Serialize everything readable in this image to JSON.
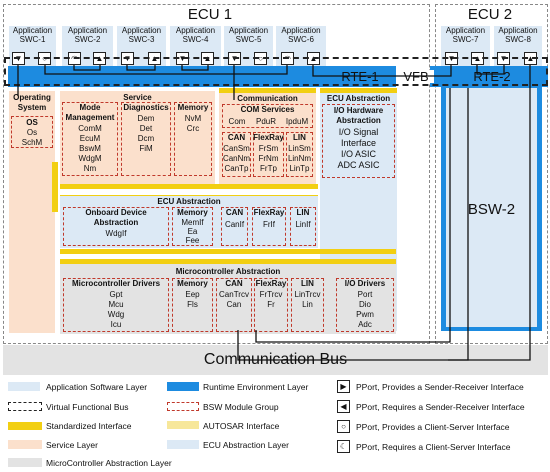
{
  "ecu1": {
    "title": "ECU 1"
  },
  "ecu2": {
    "title": "ECU 2"
  },
  "swcs": [
    {
      "line1": "Application",
      "line2": "SWC-1"
    },
    {
      "line1": "Application",
      "line2": "SWC-2"
    },
    {
      "line1": "Application",
      "line2": "SWC-3"
    },
    {
      "line1": "Application",
      "line2": "SWC-4"
    },
    {
      "line1": "Application",
      "line2": "SWC-5"
    },
    {
      "line1": "Application",
      "line2": "SWC-6"
    },
    {
      "line1": "Application",
      "line2": "SWC-7"
    },
    {
      "line1": "Application",
      "line2": "SWC-8"
    }
  ],
  "rte1": "RTE-1",
  "rte2": "RTE-2",
  "vfb": "VFB",
  "bsw2": "BSW-2",
  "bus": "Communication Bus",
  "os": {
    "title1": "Operating",
    "title2": "System",
    "group": "OS",
    "m1": "Os",
    "m2": "SchM"
  },
  "service": {
    "title": "Service",
    "mode": {
      "t1": "Mode",
      "t2": "Management",
      "items": [
        "ComM",
        "EcuM",
        "BswM",
        "WdgM",
        "Nm"
      ]
    },
    "diag": {
      "t": "Diagnostics",
      "items": [
        "Dem",
        "Det",
        "Dcm",
        "FiM"
      ]
    },
    "mem": {
      "t": "Memory",
      "items": [
        "NvM",
        "Crc"
      ]
    }
  },
  "communication": {
    "title": "Communication",
    "com": {
      "t": "COM Services",
      "items": [
        "Com",
        "PduR",
        "IpduM"
      ]
    },
    "can": {
      "t": "CAN",
      "items": [
        "CanSm",
        "CanNm",
        "CanTp"
      ]
    },
    "fr": {
      "t": "FlexRay",
      "items": [
        "FrSm",
        "FrNm",
        "FrTp"
      ]
    },
    "lin": {
      "t": "LIN",
      "items": [
        "LinSm",
        "LinNm",
        "LinTp"
      ]
    }
  },
  "ecuabs_top": {
    "title": "ECU Abstraction",
    "io": {
      "t1": "I/O Hardware",
      "t2": "Abstraction",
      "items": [
        "I/O Signal",
        "Interface",
        "I/O ASIC",
        "ADC ASIC"
      ]
    }
  },
  "ecuabs": {
    "title": "ECU Abstraction",
    "onboard": {
      "t1": "Onboard Device",
      "t2": "Abstraction",
      "items": [
        "WdgIf"
      ]
    },
    "mem": {
      "t": "Memory",
      "items": [
        "MemIf",
        "Ea",
        "Fee"
      ]
    },
    "can": {
      "t": "CAN",
      "items": [
        "CanIf"
      ]
    },
    "fr": {
      "t": "FlexRay",
      "items": [
        "FrIf"
      ]
    },
    "lin": {
      "t": "LIN",
      "items": [
        "LinIf"
      ]
    }
  },
  "mcal": {
    "title": "Microcontroller Abstraction",
    "drivers": {
      "t": "Microcontroller Drivers",
      "items": [
        "Gpt",
        "Mcu",
        "Wdg",
        "Icu"
      ]
    },
    "mem": {
      "t": "Memory",
      "items": [
        "Eep",
        "Fls"
      ]
    },
    "can": {
      "t": "CAN",
      "items": [
        "CanTrcv",
        "Can"
      ]
    },
    "fr": {
      "t": "FlexRay",
      "items": [
        "FrTrcv",
        "Fr"
      ]
    },
    "lin": {
      "t": "LIN",
      "items": [
        "LinTrcv",
        "Lin"
      ]
    },
    "io": {
      "t": "I/O Drivers",
      "items": [
        "Port",
        "Dio",
        "Pwm",
        "Adc"
      ]
    }
  },
  "legend": {
    "app": "Application Software Layer",
    "rte": "Runtime Environment Layer",
    "vfb": "Virtual Functional Bus",
    "bswgroup": "BSW Module Group",
    "std": "Standardized Interface",
    "autosar": "AUTOSAR Interface",
    "service": "Service Layer",
    "ecuabs": "ECU Abstraction Layer",
    "mcal": "MicroController Abstraction Layer",
    "p1": "PPort, Provides a Sender-Receiver Interface",
    "p2": "PPort, Requires a Sender-Receiver Interface",
    "p3": "PPort, Provides a Client-Server Interface",
    "p4": "PPort, Requires a Client-Server Interface"
  },
  "colors": {
    "app": "#dce9f5",
    "rte": "#1d8be0",
    "std": "#f2cf12",
    "autosar": "#f7e79a",
    "service": "#fbe0cc",
    "mcal": "#e3e3e3"
  }
}
